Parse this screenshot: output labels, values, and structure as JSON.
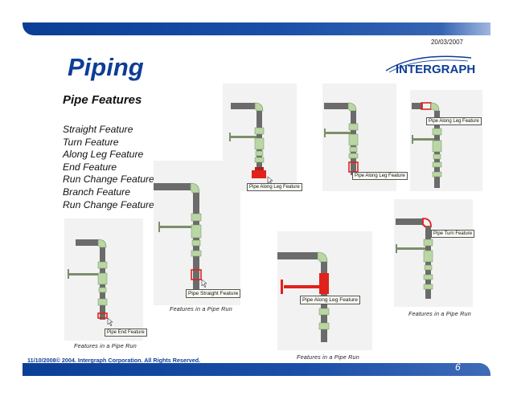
{
  "header": {
    "date": "20/03/2007"
  },
  "slide": {
    "title": "Piping",
    "subtitle": "Pipe Features",
    "features": [
      "Straight Feature",
      "Turn Feature",
      "Along Leg Feature",
      "End Feature",
      "Run Change Feature",
      "Branch Feature",
      "Run Change Feature"
    ]
  },
  "logo": {
    "text": "INTERGRAPH",
    "color": "#0e3d96"
  },
  "figures": [
    {
      "label": "Pipe Along Leg Feature",
      "caption": ""
    },
    {
      "label": "Pipe Along Leg Feature",
      "caption": ""
    },
    {
      "label": "Pipe Along Leg Feature",
      "caption": ""
    },
    {
      "label": "Pipe Straight Feature",
      "caption": "Features in a Pipe Run"
    },
    {
      "label": "Pipe Turn Feature",
      "caption": "Features in a Pipe Run"
    },
    {
      "label": "Pipe Along Leg Feature",
      "caption": "Features in a Pipe Run"
    },
    {
      "label": "Pipe End Feature",
      "caption": "Features in a Pipe Run"
    }
  ],
  "footer": {
    "copyright": "11/10/2008© 2004. Intergraph Corporation. All Rights Reserved.",
    "page": "6"
  },
  "colors": {
    "brand": "#0e3d96",
    "pipe": "#6b6b6b",
    "fitting": "#b9d6a4",
    "highlight": "#e0221c"
  }
}
